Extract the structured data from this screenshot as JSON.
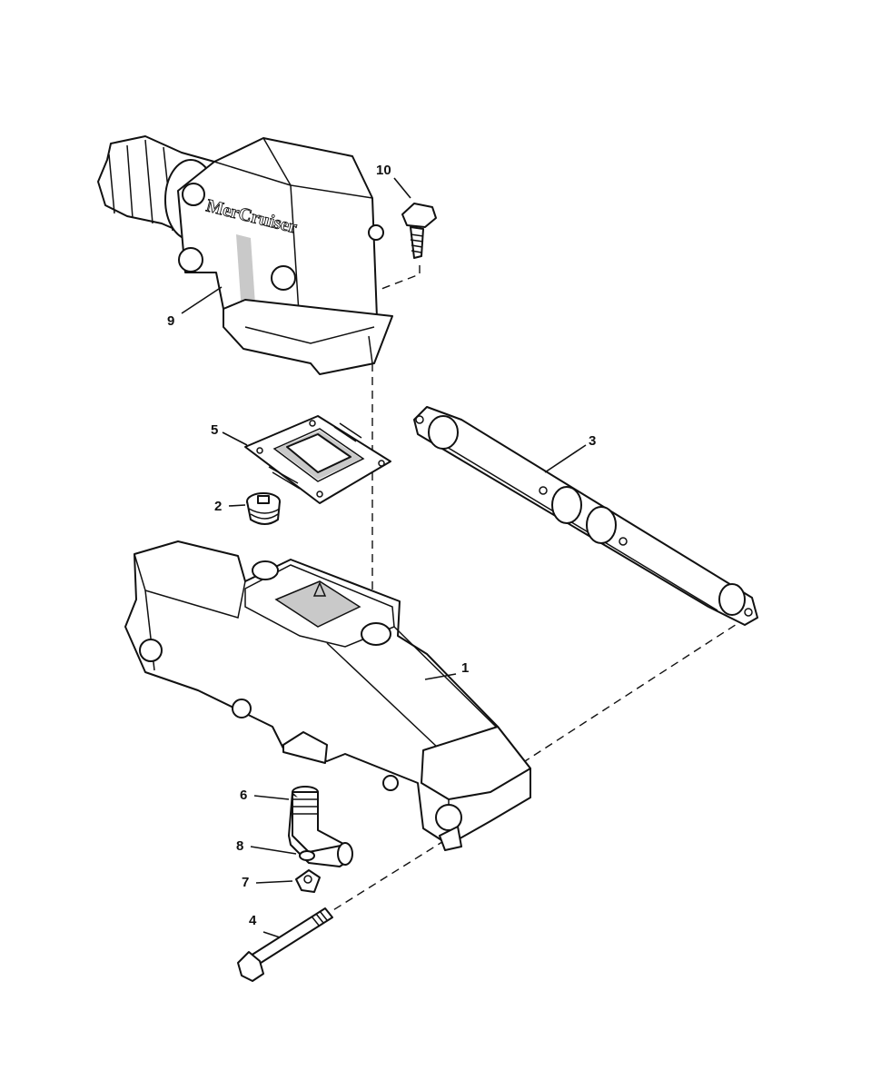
{
  "diagram": {
    "logo_text": "MerCruiser",
    "callouts": [
      {
        "id": "c1",
        "label": "1"
      },
      {
        "id": "c2",
        "label": "2"
      },
      {
        "id": "c3",
        "label": "3"
      },
      {
        "id": "c4",
        "label": "4"
      },
      {
        "id": "c5",
        "label": "5"
      },
      {
        "id": "c6",
        "label": "6"
      },
      {
        "id": "c7",
        "label": "7"
      },
      {
        "id": "c8",
        "label": "8"
      },
      {
        "id": "c9",
        "label": "9"
      },
      {
        "id": "c10",
        "label": "10"
      }
    ]
  }
}
